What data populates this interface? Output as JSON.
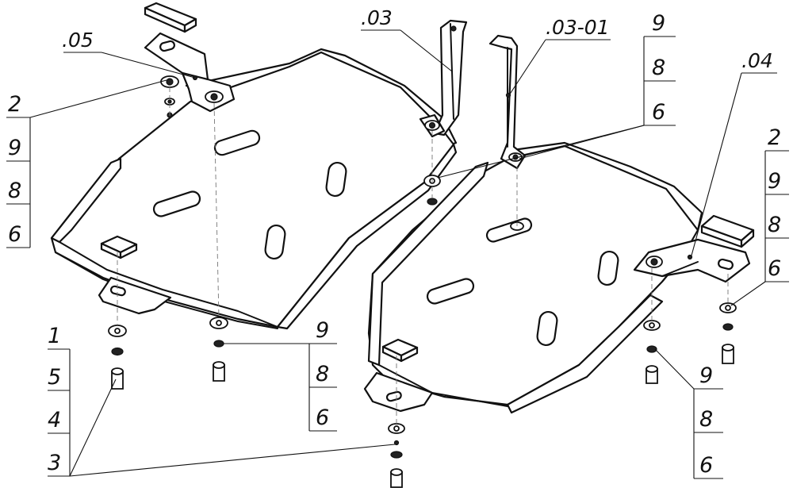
{
  "labels": {
    "part_05": ".05",
    "part_03": ".03",
    "part_03_01": ".03-01",
    "part_04": ".04",
    "left_stack_top": [
      "2",
      "9",
      "8",
      "6"
    ],
    "left_stack_bottom": [
      "1",
      "5",
      "4",
      "3"
    ],
    "center_stack": [
      "9",
      "8",
      "6"
    ],
    "top_right_stack": [
      "9",
      "8",
      "6"
    ],
    "right_stack": [
      "2",
      "9",
      "8",
      "6"
    ],
    "bottom_right_stack": [
      "9",
      "8",
      "6"
    ]
  }
}
